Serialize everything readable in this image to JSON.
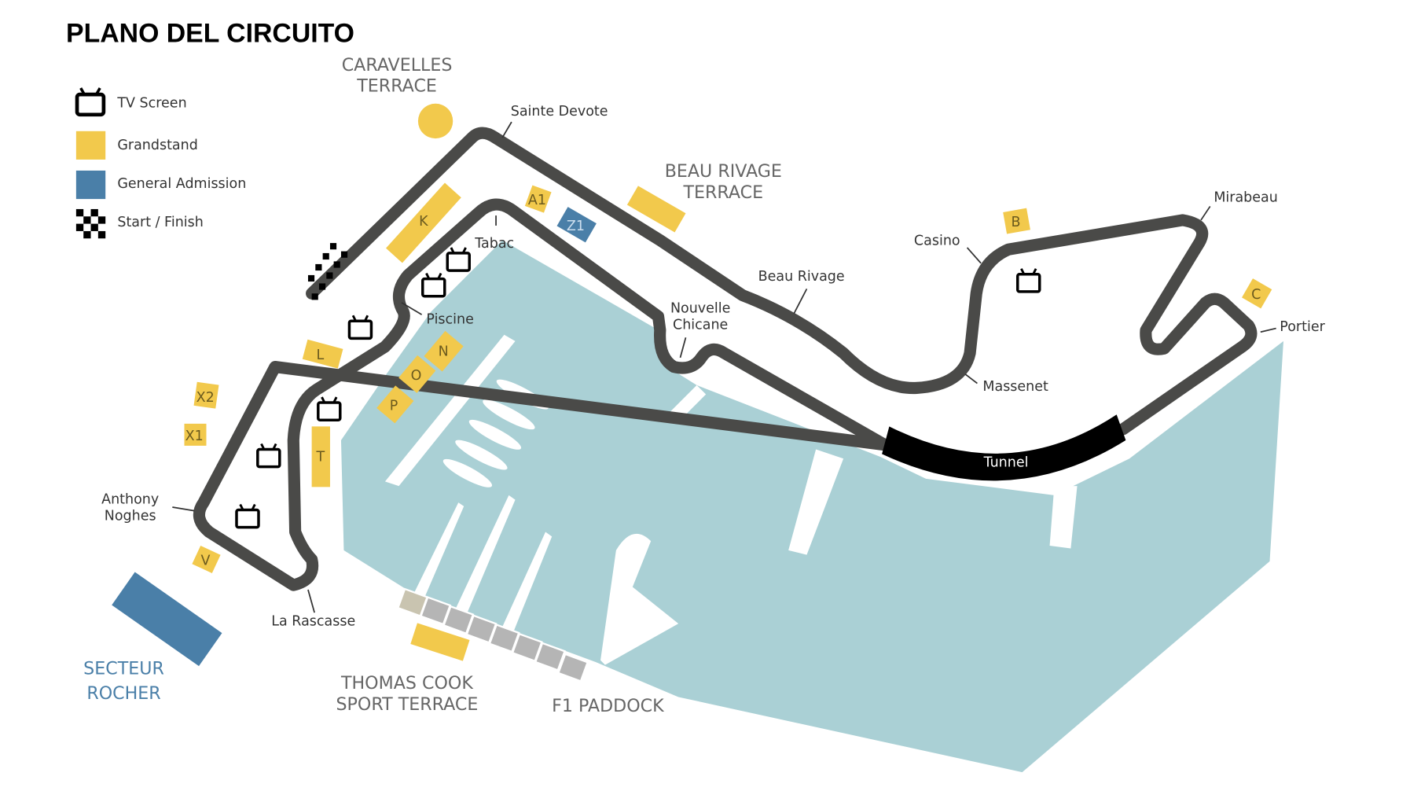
{
  "title": "PLANO DEL CIRCUITO",
  "legend": [
    {
      "icon": "tv-icon",
      "label": "TV Screen"
    },
    {
      "icon": "grandstand-swatch",
      "label": "Grandstand"
    },
    {
      "icon": "general-admission-swatch",
      "label": "General Admission"
    },
    {
      "icon": "checkered-flag-icon",
      "label": "Start / Finish"
    }
  ],
  "colors": {
    "grandstand": "#f2c94c",
    "general_admission": "#4a7fa8",
    "water": "#aad0d5",
    "track": "#4a4a48",
    "paddock": "#b5b5b5"
  },
  "areas": {
    "caravelles_1": "CARAVELLES",
    "caravelles_2": "TERRACE",
    "beau_rivage_1": "BEAU RIVAGE",
    "beau_rivage_2": "TERRACE",
    "thomas_cook_1": "THOMAS COOK",
    "thomas_cook_2": "SPORT TERRACE",
    "secteur_1": "SECTEUR",
    "secteur_2": "ROCHER",
    "paddock": "F1 PADDOCK"
  },
  "corners": {
    "sainte_devote": "Sainte Devote",
    "tabac": "Tabac",
    "piscine": "Piscine",
    "nouvelle_1": "Nouvelle",
    "nouvelle_2": "Chicane",
    "beau_rivage": "Beau Rivage",
    "casino": "Casino",
    "mirabeau": "Mirabeau",
    "portier": "Portier",
    "massenet": "Massenet",
    "tunnel": "Tunnel",
    "anthony_1": "Anthony",
    "anthony_2": "Noghes",
    "rascasse": "La Rascasse"
  },
  "grandstands": {
    "K": "K",
    "A1": "A1",
    "Z1": "Z1",
    "L": "L",
    "N": "N",
    "O": "O",
    "P": "P",
    "T": "T",
    "X1": "X1",
    "X2": "X2",
    "V": "V",
    "B": "B",
    "C": "C"
  }
}
